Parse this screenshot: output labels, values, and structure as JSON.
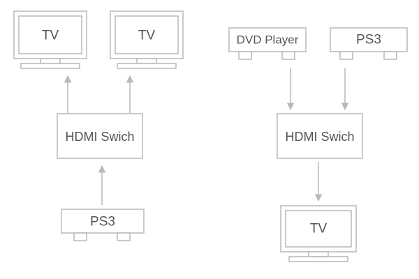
{
  "left_setup": {
    "tv_1": "TV",
    "tv_2": "TV",
    "switch": "HDMI Swich",
    "source": "PS3"
  },
  "right_setup": {
    "source_1": "DVD Player",
    "source_2": "PS3",
    "switch": "HDMI Swich",
    "tv": "TV"
  },
  "colors": {
    "outline": "#b8b8b8",
    "text": "#555555",
    "background": "#ffffff"
  }
}
